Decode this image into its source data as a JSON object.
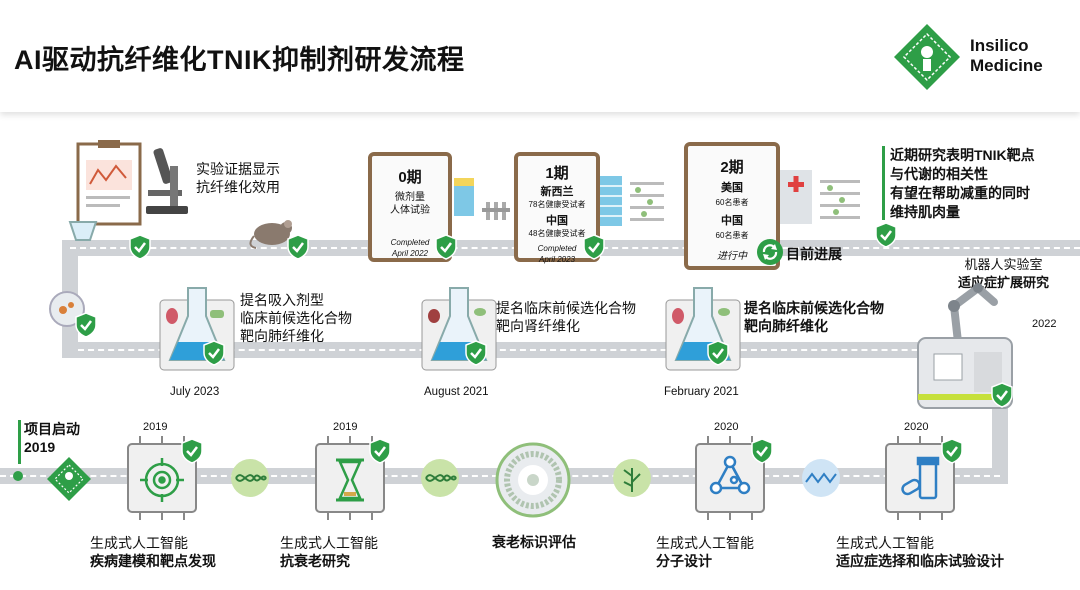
{
  "title": "AI驱动抗纤维化TNIK抑制剂研发流程",
  "logo": {
    "line1": "Insilico",
    "line2": "Medicine"
  },
  "colors": {
    "green": "#2e9e47",
    "road": "#cfd2d6",
    "board": "#8a6a4a"
  },
  "start": {
    "label": "项目启动",
    "year": "2019"
  },
  "bottom_row": [
    {
      "year": "2019",
      "line1": "生成式人工智能",
      "line2": "疾病建模和靶点发现",
      "icon": "target-icon"
    },
    {
      "year": "2019",
      "line1": "生成式人工智能",
      "line2": "抗衰老研究",
      "icon": "hourglass-icon"
    },
    {
      "year": "",
      "line1": "",
      "line2": "衰老标识评估",
      "icon": "aging-clock-icon"
    },
    {
      "year": "2020",
      "line1": "生成式人工智能",
      "line2": "分子设计",
      "icon": "molecule-icon"
    },
    {
      "year": "2020",
      "line1": "生成式人工智能",
      "line2": "适应症选择和临床试验设计",
      "icon": "pill-bottle-icon"
    }
  ],
  "robot": {
    "line1": "机器人实验室",
    "line2": "适应症扩展研究",
    "year": "2022"
  },
  "middle_row": [
    {
      "date": "February 2021",
      "line1": "提名临床前候选化合物",
      "line2": "靶向肺纤维化"
    },
    {
      "date": "August 2021",
      "line1": "提名临床前候选化合物",
      "line2": "靶向肾纤维化"
    },
    {
      "date": "July 2023",
      "line1": "提名吸入剂型",
      "line2": "临床前候选化合物",
      "line3": "靶向肺纤维化"
    }
  ],
  "evidence": {
    "line1": "实验证据显示",
    "line2": "抗纤维化效用"
  },
  "phase0": {
    "title": "0期",
    "line1": "微剂量",
    "line2": "人体试验",
    "status1": "Completed",
    "status2": "April 2022"
  },
  "phase1": {
    "title": "1期",
    "c1": "新西兰",
    "c1_note": "78名健康受试者",
    "c2": "中国",
    "c2_note": "48名健康受试者",
    "status1": "Completed",
    "status2": "April 2023"
  },
  "phase2": {
    "title": "2期",
    "c1": "美国",
    "c1_note": "60名患者",
    "c2": "中国",
    "c2_note": "60名患者",
    "status": "进行中"
  },
  "current": {
    "label": "目前进展"
  },
  "recent": {
    "line1": "近期研究表明TNIK靶点",
    "line2": "与代谢的相关性",
    "line3": "有望在帮助减重的同时",
    "line4": "维持肌肉量"
  }
}
